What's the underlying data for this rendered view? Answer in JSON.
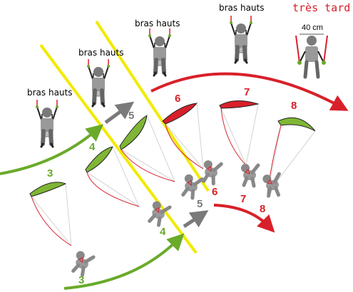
{
  "colors": {
    "green": "#6aaa2a",
    "red": "#d8202a",
    "yellow": "#f2ea00",
    "grey": "#7a7a7a",
    "line": "#c8c8c8",
    "kite_green": "#7fb635",
    "kite_red": "#d8202a"
  },
  "labels": {
    "bras_hauts_1": "bras hauts",
    "bras_hauts_2": "bras hauts",
    "bras_hauts_3": "bras hauts",
    "bras_hauts_4": "bras hauts",
    "tres_tard": "très tard",
    "cm": "40 cm"
  },
  "steps": {
    "s3_kite": "3",
    "s3_pilot": "3",
    "s4_kite": "4",
    "s4_pilot": "4",
    "s5_kite": "5",
    "s5_pilot": "5",
    "s6_kite": "6",
    "s6_pilot": "6",
    "s7_kite": "7",
    "s7_pilot": "7",
    "s8_kite": "8",
    "s8_pilot": "8"
  },
  "icons": {
    "pilot": "pilot-figure-icon",
    "kite": "paraglider-wing-icon",
    "arrow": "arrow-icon"
  }
}
